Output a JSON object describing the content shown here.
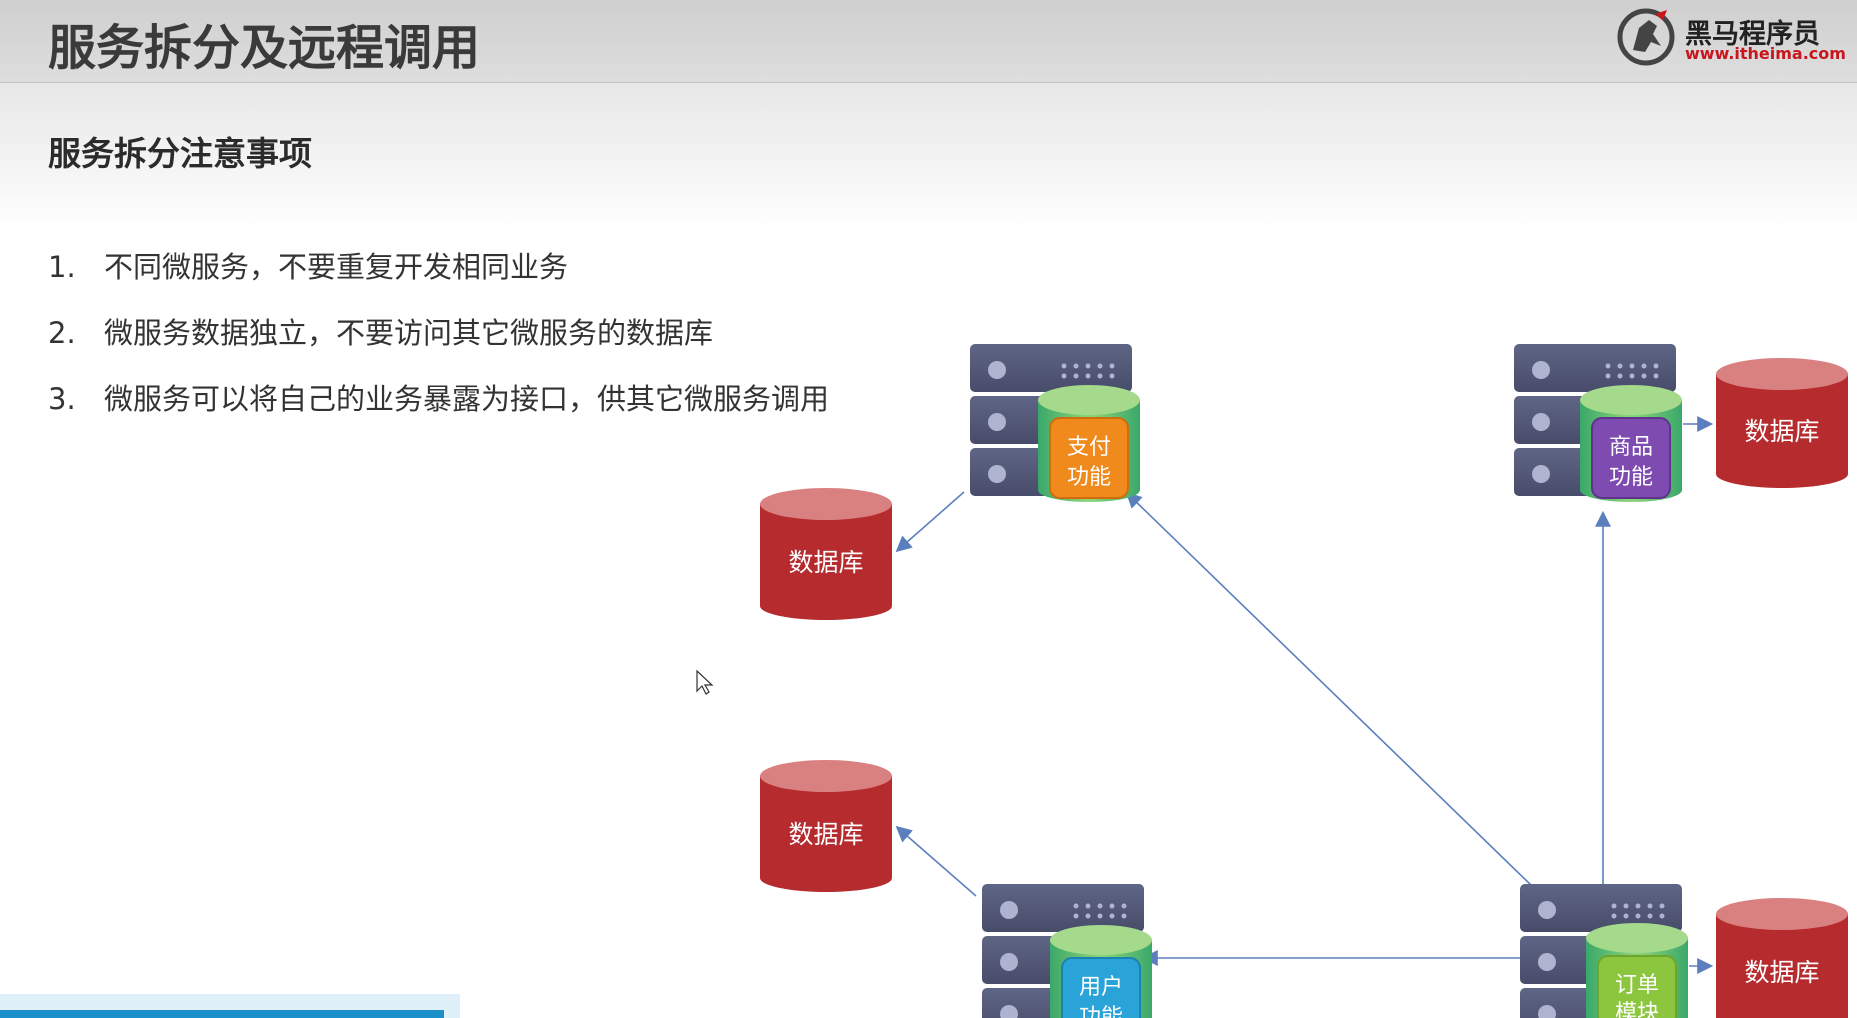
{
  "header": {
    "title": "服务拆分及远程调用",
    "logo_name": "黑马程序员",
    "logo_url": "www.itheima.com"
  },
  "section": {
    "subtitle": "服务拆分注意事项",
    "items": [
      {
        "num": "1.",
        "text": "不同微服务，不要重复开发相同业务"
      },
      {
        "num": "2.",
        "text": "微服务数据独立，不要访问其它微服务的数据库"
      },
      {
        "num": "3.",
        "text": "微服务可以将自己的业务暴露为接口，供其它微服务调用"
      }
    ]
  },
  "diagram": {
    "services": {
      "payment": {
        "line1": "支付",
        "line2": "功能",
        "color": "#f08a1c"
      },
      "product": {
        "line1": "商品",
        "line2": "功能",
        "color": "#7e4bb0"
      },
      "user": {
        "line1": "用户",
        "line2": "功能",
        "color": "#29a3d8"
      },
      "order": {
        "line1": "订单",
        "line2": "模块",
        "color": "#8cc63f"
      }
    },
    "database_label": "数据库",
    "database_color": "#b52b2e",
    "arrow_color": "#5b7fbd"
  }
}
